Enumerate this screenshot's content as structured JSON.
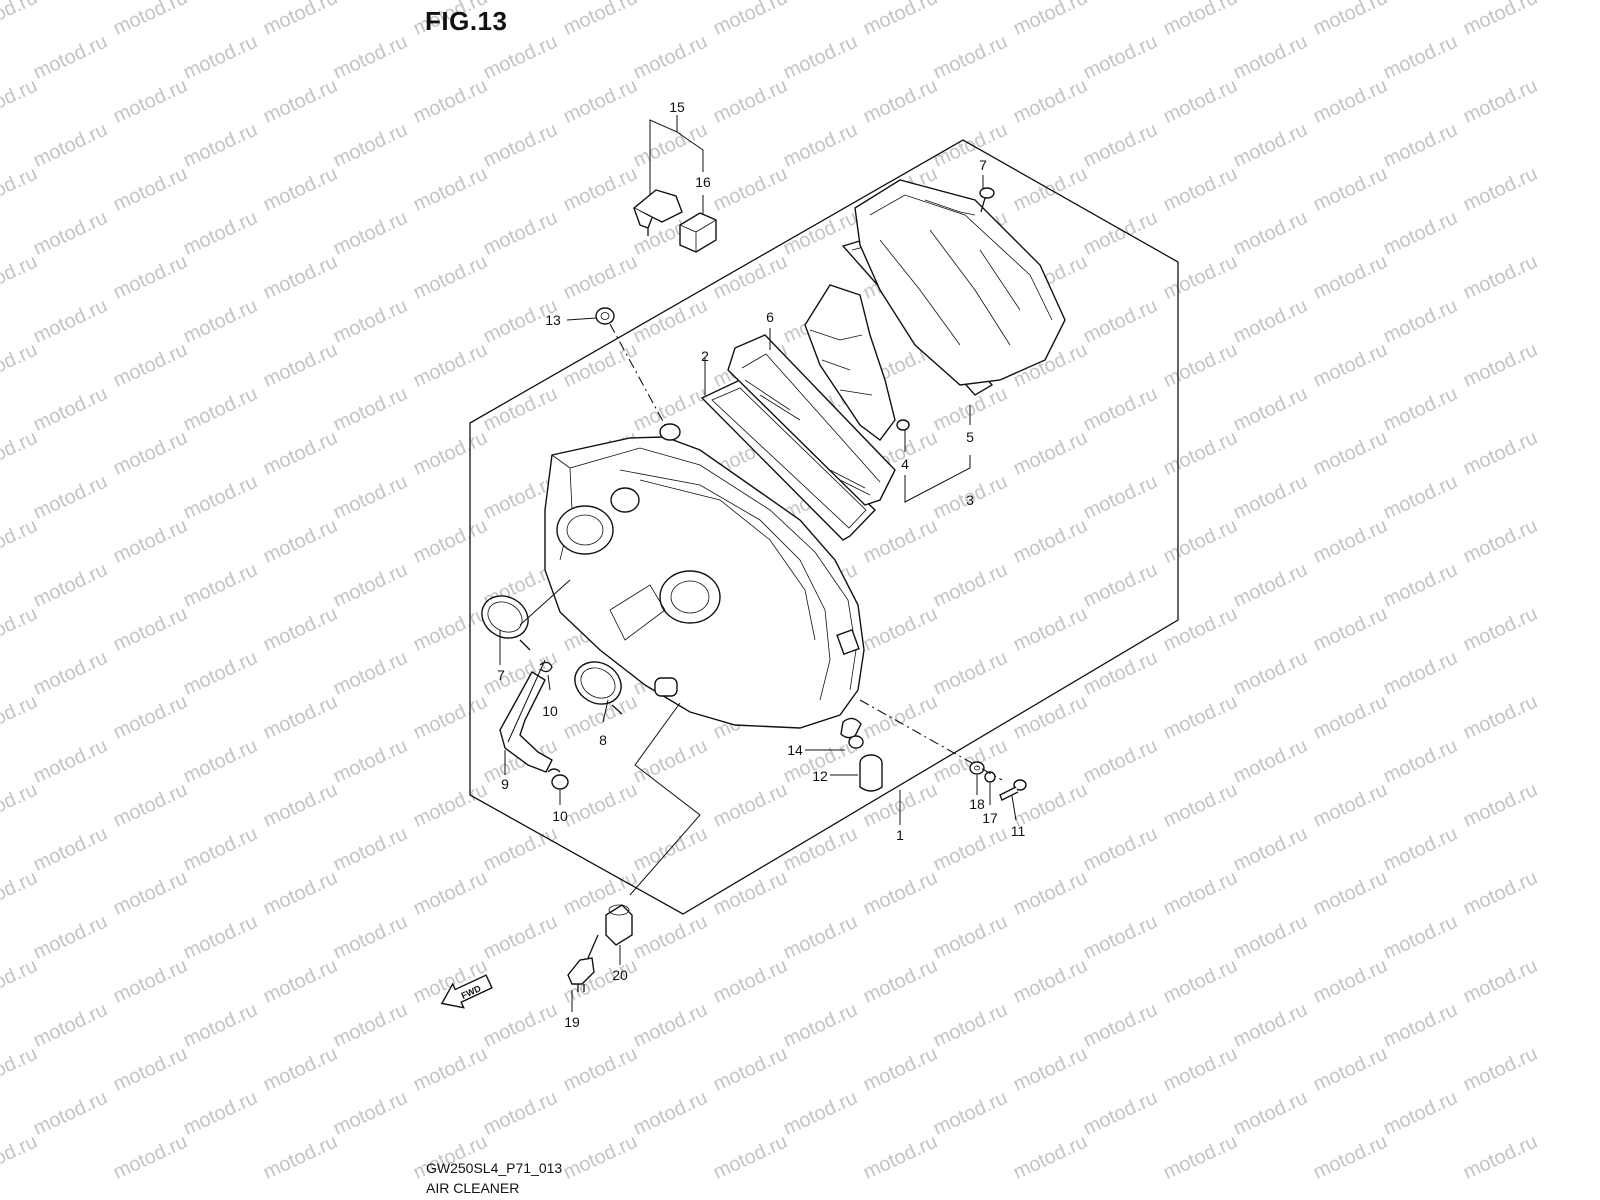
{
  "figure": {
    "title": "FIG.13",
    "code": "GW250SL4_P71_013",
    "name": "AIR CLEANER",
    "watermark": "motod.ru",
    "fwd_label": "FWD"
  },
  "callouts": [
    "1",
    "2",
    "3",
    "4",
    "5",
    "6",
    "7",
    "7",
    "8",
    "9",
    "10",
    "10",
    "11",
    "12",
    "13",
    "14",
    "15",
    "16",
    "17",
    "18",
    "19",
    "20"
  ],
  "colors": {
    "line": "#111111",
    "watermark": "#c4c4c4",
    "background": "#ffffff"
  }
}
